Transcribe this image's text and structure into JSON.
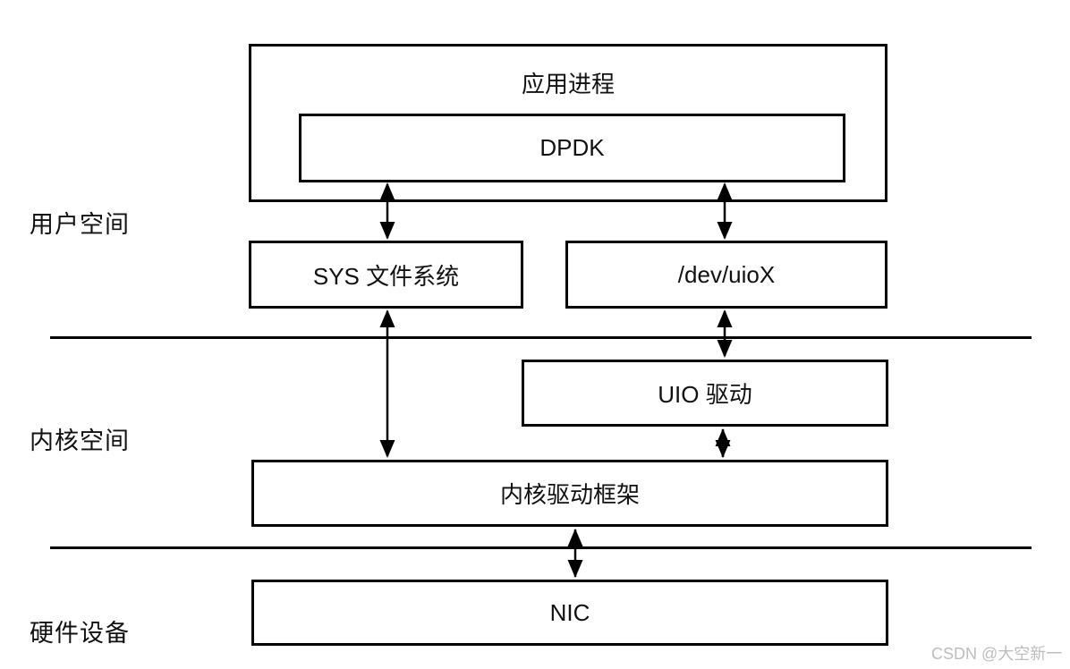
{
  "diagram": {
    "nodes": {
      "app_process": "应用进程",
      "dpdk": "DPDK",
      "sys_fs": "SYS 文件系统",
      "dev_uiox": "/dev/uioX",
      "uio_driver": "UIO 驱动",
      "kernel_driver_framework": "内核驱动框架",
      "nic": "NIC"
    },
    "layer_labels": {
      "user_space": "用户空间",
      "kernel_space": "内核空间",
      "hardware": "硬件设备"
    },
    "connections": [
      {
        "from": "dpdk",
        "to": "sys_fs",
        "type": "bidirectional"
      },
      {
        "from": "dpdk",
        "to": "dev_uiox",
        "type": "bidirectional"
      },
      {
        "from": "sys_fs",
        "to": "kernel_driver_framework",
        "type": "bidirectional"
      },
      {
        "from": "dev_uiox",
        "to": "uio_driver",
        "type": "bidirectional"
      },
      {
        "from": "uio_driver",
        "to": "kernel_driver_framework",
        "type": "bidirectional"
      },
      {
        "from": "kernel_driver_framework",
        "to": "nic",
        "type": "bidirectional"
      }
    ],
    "watermark": "CSDN @大空新一",
    "colors": {
      "line": "#000000",
      "background": "#ffffff",
      "watermark": "#bdbdbd"
    }
  }
}
